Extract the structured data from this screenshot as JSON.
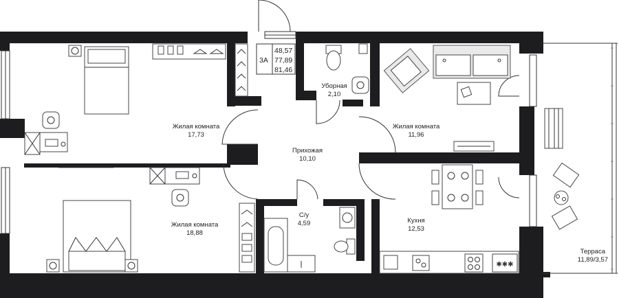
{
  "apartment": {
    "type_label": "3А",
    "areas": [
      "48,57",
      "77,89",
      "81,46"
    ]
  },
  "rooms": {
    "bedroom_top": {
      "name": "Жилая комната",
      "area": "17,73"
    },
    "bedroom_bottom": {
      "name": "Жилая комната",
      "area": "18,88"
    },
    "living": {
      "name": "Жилая комната",
      "area": "11,96"
    },
    "hallway": {
      "name": "Прихожая",
      "area": "10,10"
    },
    "toilet": {
      "name": "Уборная",
      "area": "2,10"
    },
    "bathroom": {
      "name": "С/у",
      "area": "4,59"
    },
    "kitchen": {
      "name": "Кухня",
      "area": "12,53"
    },
    "terrace": {
      "name": "Терраса",
      "area": "11,89/3,57"
    }
  },
  "colors": {
    "wall": "#1d1d1f",
    "line": "#333333",
    "background": "#ffffff"
  }
}
